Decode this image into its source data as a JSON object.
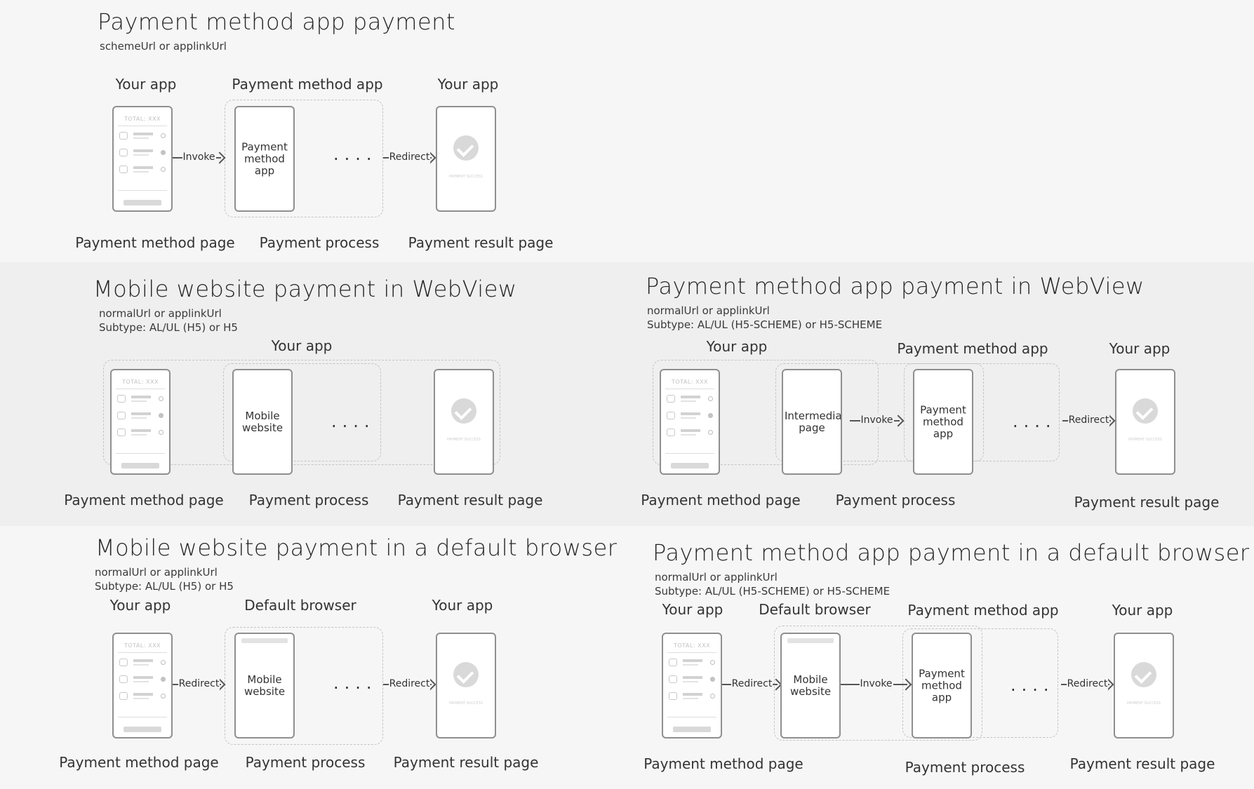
{
  "sections": {
    "s1": {
      "title": "Payment method app payment",
      "subtitle1": "schemeUrl or applinkUrl",
      "top_labels": [
        "Your app",
        "Payment method app",
        "Your app"
      ],
      "phones": {
        "p2": "Payment method app"
      },
      "arrows": [
        "Invoke",
        "Redirect"
      ],
      "bottom_labels": [
        "Payment method page",
        "Payment process",
        "Payment result page"
      ]
    },
    "s2": {
      "title": "Mobile website payment in WebView",
      "subtitle1": "normalUrl or applinkUrl",
      "subtitle2": "Subtype: AL/UL (H5) or H5",
      "top_labels": [
        "Your app"
      ],
      "phones": {
        "p2": "Mobile website"
      },
      "bottom_labels": [
        "Payment method page",
        "Payment process",
        "Payment result page"
      ]
    },
    "s3": {
      "title": "Payment method app payment in WebView",
      "subtitle1": "normalUrl or applinkUrl",
      "subtitle2": "Subtype: AL/UL (H5-SCHEME) or H5-SCHEME",
      "top_labels": [
        "Your app",
        "Payment method app",
        "Your app"
      ],
      "phones": {
        "p2": "Intermediate page",
        "p3": "Payment method app"
      },
      "arrows": [
        "Invoke",
        "Redirect"
      ],
      "bottom_labels": [
        "Payment method page",
        "Payment process",
        "Payment result page"
      ]
    },
    "s4": {
      "title": "Mobile website payment in a default browser",
      "subtitle1": "normalUrl or applinkUrl",
      "subtitle2": "Subtype: AL/UL (H5) or H5",
      "top_labels": [
        "Your app",
        "Default browser",
        "Your app"
      ],
      "phones": {
        "p2": "Mobile website"
      },
      "arrows": [
        "Redirect",
        "Redirect"
      ],
      "bottom_labels": [
        "Payment method page",
        "Payment process",
        "Payment result page"
      ]
    },
    "s5": {
      "title": "Payment method app payment in a default browser",
      "subtitle1": "normalUrl or applinkUrl",
      "subtitle2": "Subtype: AL/UL (H5-SCHEME) or H5-SCHEME",
      "top_labels": [
        "Your app",
        "Default browser",
        "Payment method app",
        "Your app"
      ],
      "phones": {
        "p2": "Mobile website",
        "p3": "Payment method app"
      },
      "arrows": [
        "Redirect",
        "Invoke",
        "Redirect"
      ],
      "bottom_labels": [
        "Payment method page",
        "Payment process",
        "Payment result page"
      ]
    }
  },
  "mock": {
    "total": "TOTAL: XXX"
  }
}
